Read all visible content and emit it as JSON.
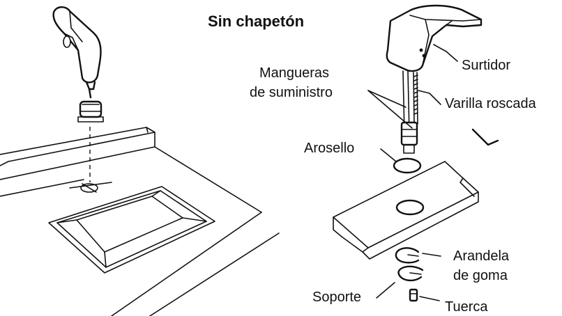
{
  "title": "Sin chapetón",
  "labels": {
    "surtidor": "Surtidor",
    "mangueras_line1": "Mangueras",
    "mangueras_line2": "de suministro",
    "varilla": "Varilla roscada",
    "arosello": "Arosello",
    "arandela_line1": "Arandela",
    "arandela_line2": "de goma",
    "soporte": "Soporte",
    "tuerca": "Tuerca"
  }
}
